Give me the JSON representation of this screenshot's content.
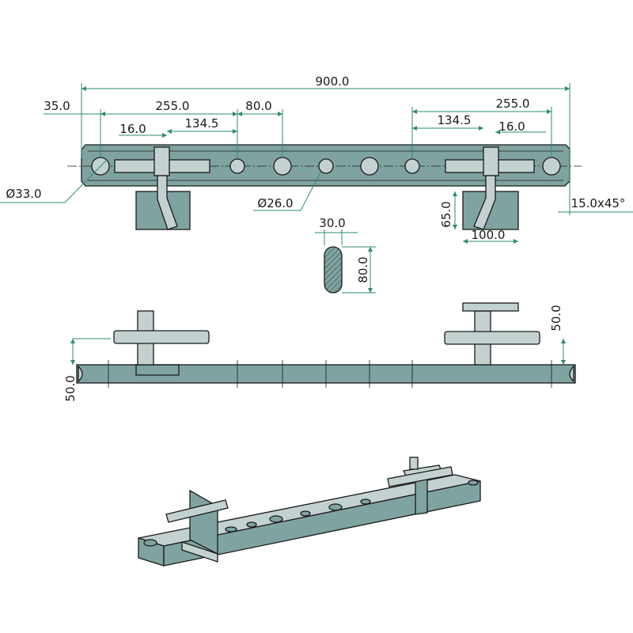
{
  "colors": {
    "steel": "#7fa3a1",
    "steel_light": "#c3d2d1",
    "dimension_line": "#2e8b6e",
    "outline": "#1a1a1a"
  },
  "dimensions": {
    "overall_length": "900.0",
    "end_offset": "35.0",
    "left_span": "255.0",
    "hole_pitch": "80.0",
    "right_span": "255.0",
    "left_inner": "134.5",
    "left_slot": "16.0",
    "right_inner": "134.5",
    "right_slot": "16.0",
    "end_hole_dia": "Ø33.0",
    "hole_dia": "Ø26.0",
    "chamfer": "15.0x45°",
    "bracket_height": "65.0",
    "bracket_width": "100.0",
    "section_width": "30.0",
    "section_height": "80.0",
    "side_left_height": "50.0",
    "side_right_height": "50.0"
  }
}
